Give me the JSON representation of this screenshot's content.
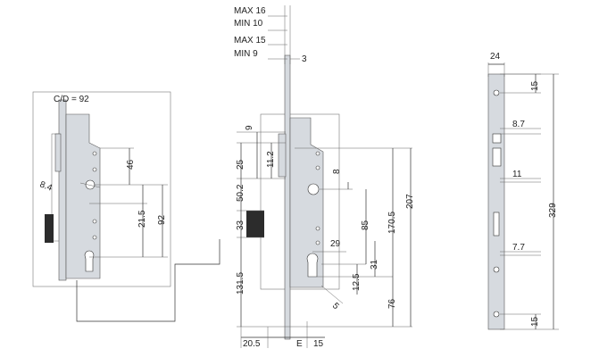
{
  "labels": {
    "cd": "C/D = 92",
    "max16": "MAX 16",
    "min10": "MIN 10",
    "max15": "MAX 15",
    "min9": "MIN 9",
    "d3": "3",
    "d46": "46",
    "d8_4": "8.4",
    "d21_5": "21.5",
    "d92": "92",
    "d9": "9",
    "d25": "25",
    "d11_2": "11.2",
    "d8": "8",
    "d50_2": "50.2",
    "d33": "33",
    "d131_5": "131.5",
    "d85": "85",
    "d170_5": "170.5",
    "d207": "207",
    "d29": "29",
    "d31": "31",
    "d12_5": "12.5",
    "d76": "76",
    "d5": "5",
    "d20_5": "20.5",
    "dE": "E",
    "d15b": "15",
    "d24": "24",
    "d15t": "15",
    "d8_7": "8.7",
    "d11": "11",
    "d7_7": "7.7",
    "d15r": "15",
    "d329": "329"
  }
}
